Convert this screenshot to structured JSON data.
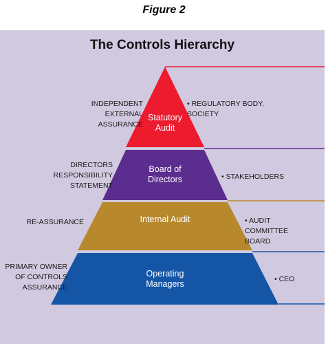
{
  "figure_caption": "Figure 2",
  "title": "The Controls Hierarchy",
  "colors": {
    "panel_background": "#d1c9df",
    "statutory": "#ec1c2e",
    "board": "#5b2d8e",
    "internal": "#b8892c",
    "operating": "#1555a6"
  },
  "tiers": [
    {
      "label": "Statutory Audit",
      "left_note": "INDEPENDENT EXTERNAL ASSURANCE",
      "right_note": "• REGULATORY BODY, SOCIETY"
    },
    {
      "label": "Board of Directors",
      "left_note": "DIRECTORS RESPONSIBILITY STATEMENT",
      "right_note": "• STAKEHOLDERS"
    },
    {
      "label": "Internal Audit",
      "left_note": "RE-ASSURANCE",
      "right_note": "• AUDIT COMMITTEE BOARD"
    },
    {
      "label": "Operating Managers",
      "left_note": "PRIMARY OWNER OF CONTROLS ASSURANCE",
      "right_note": "• CEO"
    }
  ]
}
